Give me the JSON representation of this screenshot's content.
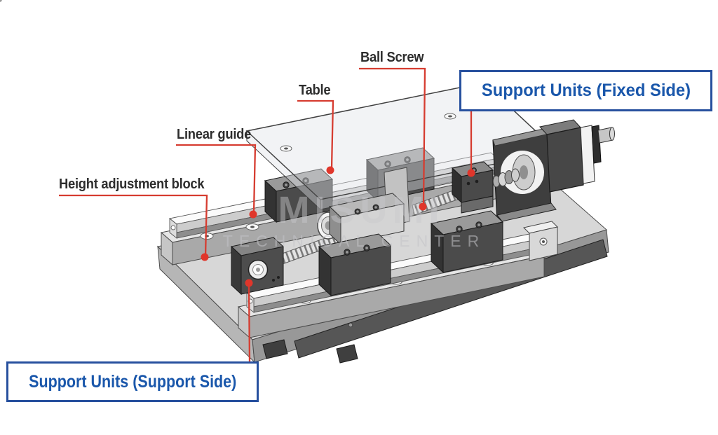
{
  "diagram": {
    "labels": {
      "ball_screw": "Ball Screw",
      "table": "Table",
      "linear_guide": "Linear guide",
      "height_adjustment_block": "Height adjustment block",
      "support_units_fixed": "Support Units (Fixed Side)",
      "support_units_support": "Support Units (Support Side)"
    },
    "watermark": {
      "line1": "MISUMI",
      "line2": "TECHNICAL CENTER"
    },
    "colors": {
      "leader_red": "#d63c30",
      "dot_red": "#e0362b",
      "callout_text_blue": "#1a57ab",
      "callout_border_blue": "#27509e",
      "label_text": "#2d2d2d"
    }
  }
}
